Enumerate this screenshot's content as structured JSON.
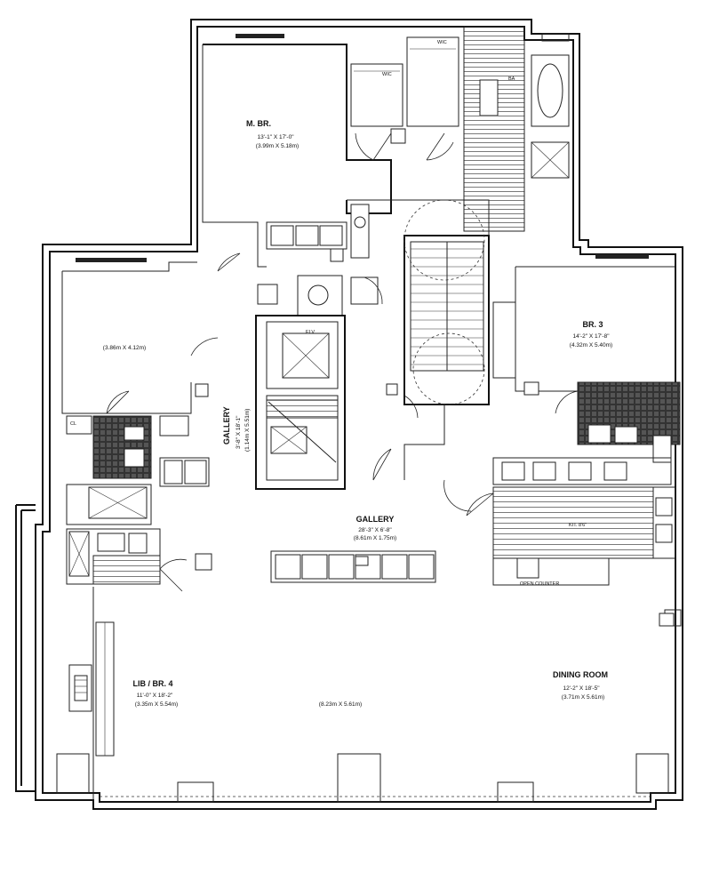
{
  "rooms": {
    "master": {
      "name": "M. BR.",
      "dim_ft": "13'-1\" X 17'-0\"",
      "dim_m": "(3.99m X 5.18m)"
    },
    "br_left": {
      "dim_m": "(3.86m X 4.12m)"
    },
    "br3": {
      "name": "BR. 3",
      "dim_ft": "14'-2\" X 17'-8\"",
      "dim_m": "(4.32m X 5.40m)"
    },
    "gallery_v": {
      "name": "GALLERY",
      "dim_ft": "3'-8\" X 18'-1\"",
      "dim_m": "(1.14m X 5.51m)"
    },
    "gallery_h": {
      "name": "GALLERY",
      "dim_ft": "28'-3\" X 6'-8\"",
      "dim_m": "(8.61m X 1.75m)"
    },
    "lib_br4": {
      "name": "LIB / BR. 4",
      "dim_ft": "11'-0\" X 18'-2\"",
      "dim_m": "(3.35m X 5.54m)"
    },
    "living": {
      "dim_m": "(8.23m X 5.61m)"
    },
    "dining": {
      "name": "DINING ROOM",
      "dim_ft": "12'-2\" X 18'-5\"",
      "dim_m": "(3.71m X 5.61m)"
    },
    "kitchen": {
      "name": "KIT. 8'6\""
    },
    "counter": {
      "label": "OPEN COUNTER"
    }
  },
  "small_labels": {
    "wic_top": "WIC",
    "wic_mid": "WIC",
    "cl_left": "CL",
    "bath_m": "BA",
    "elev": "ELV"
  }
}
